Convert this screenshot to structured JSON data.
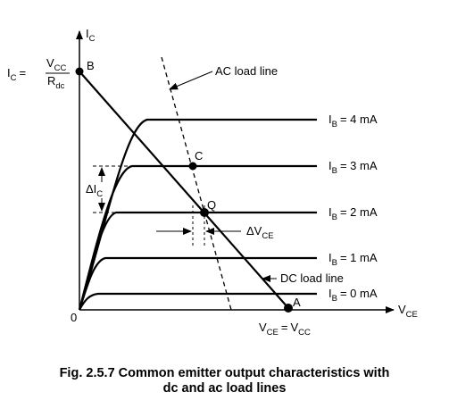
{
  "diagram": {
    "y_axis_label": {
      "main": "I",
      "sub": "C"
    },
    "x_axis_label": {
      "main": "V",
      "sub": "CE"
    },
    "origin_label": "0",
    "ic_intercept": {
      "lhs_main": "I",
      "lhs_sub": "C",
      "eq": "=",
      "num_main": "V",
      "num_sub": "CC",
      "den_main": "R",
      "den_sub": "dc"
    },
    "vce_intercept": {
      "a_main": "V",
      "a_sub": "CE",
      "eq": "=",
      "b_main": "V",
      "b_sub": "CC"
    },
    "points": {
      "B": "B",
      "C": "C",
      "Q": "Q",
      "A": "A"
    },
    "ac_load_line_label": "AC load line",
    "dc_load_line_label": "DC load line",
    "delta_ic": {
      "main": "ΔI",
      "sub": "C"
    },
    "delta_vce": {
      "main": "ΔV",
      "sub": "CE"
    },
    "curves": [
      {
        "main": "I",
        "sub": "B",
        "value": "= 4 mA"
      },
      {
        "main": "I",
        "sub": "B",
        "value": "= 3 mA"
      },
      {
        "main": "I",
        "sub": "B",
        "value": "= 2 mA"
      },
      {
        "main": "I",
        "sub": "B",
        "value": "= 1 mA"
      },
      {
        "main": "I",
        "sub": "B",
        "value": "= 0 mA"
      }
    ]
  },
  "caption": {
    "line1": "Fig. 2.5.7 Common emitter output characteristics with",
    "line2": "dc and ac load lines"
  }
}
